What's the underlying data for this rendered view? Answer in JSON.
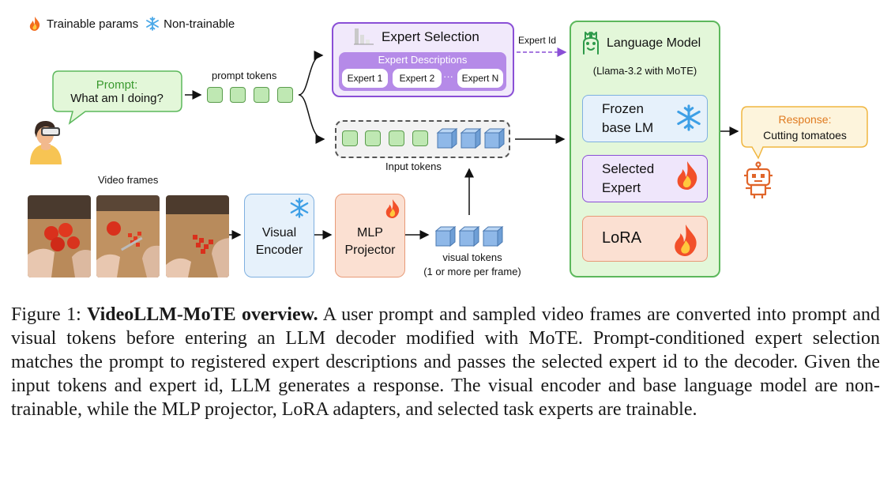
{
  "legend": {
    "trainable": "Trainable params",
    "non_trainable": "Non-trainable"
  },
  "prompt": {
    "title": "Prompt:",
    "text": "What am I doing?"
  },
  "prompt_tokens_label": "prompt tokens",
  "expert_selection": {
    "title": "Expert Selection",
    "descriptions_title": "Expert Descriptions",
    "experts": [
      "Expert 1",
      "Expert 2",
      "Expert N"
    ],
    "ellipsis": "···"
  },
  "expert_id_label": "Expert Id",
  "input_tokens_label": "Input tokens",
  "video_frames_label": "Video frames",
  "visual_encoder": "Visual Encoder",
  "mlp_projector": "MLP Projector",
  "visual_tokens_label": "visual tokens",
  "visual_tokens_sub": "(1 or more per frame)",
  "language_model": {
    "title": "Language Model",
    "subtitle": "(Llama-3.2 with MoTE)",
    "frozen": "Frozen base LM",
    "selected": "Selected Expert",
    "lora": "LoRA"
  },
  "response": {
    "title": "Response:",
    "text": "Cutting tomatoes"
  },
  "caption": {
    "prefix": "Figure 1:",
    "bold": "VideoLLM-MoTE overview.",
    "text": "A user prompt and sampled video frames are converted into prompt and visual tokens before entering an LLM decoder modified with MoTE. Prompt-conditioned expert selection matches the prompt to registered expert descriptions and passes the selected expert id to the decoder. Given the input tokens and expert id, LLM generates a response. The visual encoder and base language model are non-trainable, while the MLP projector, LoRA adapters, and selected task experts are trainable."
  },
  "colors": {
    "green_fill": "#e3f7d9",
    "green_border": "#5cb85c",
    "purple_fill": "#efe6fb",
    "purple_border": "#8a4fd6",
    "blue_fill": "#e6f1fb",
    "blue_border": "#7fb0e0",
    "orange_fill": "#fbe0d2",
    "orange_border": "#e89a78",
    "yellow_fill": "#fdf4dc",
    "yellow_border": "#f0b640"
  }
}
